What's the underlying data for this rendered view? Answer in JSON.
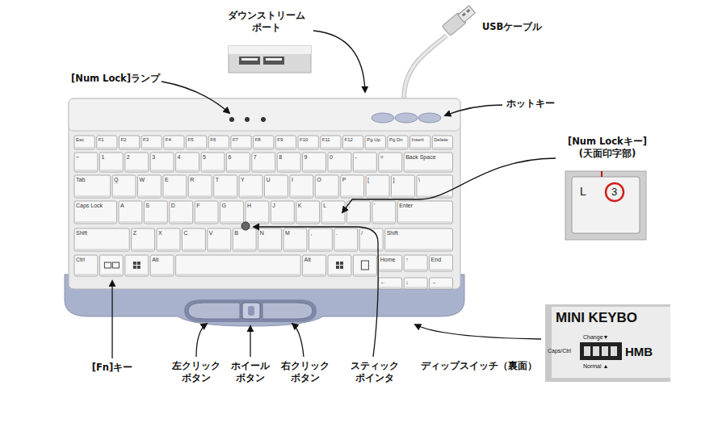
{
  "diagram": {
    "labels": [
      "ダウンストリーム ポート",
      "USBケーブル",
      "[Num Lock]ランプ",
      "ホットキー",
      "[Num Lockキー] (天面印字部)",
      "[Fn]キー",
      "左クリック ボタン",
      "ホイール ボタン",
      "右クリック ボタン",
      "スティック ポインタ",
      "ディップスイッチ（裏面）",
      "L",
      "3",
      "MINI KEYBO",
      "Change▼",
      "Caps/Ctrl",
      "HMB",
      "Normal ▲",
      "Esc",
      "F1",
      "F2",
      "F3",
      "F4",
      "F5",
      "F6",
      "F7",
      "F8",
      "F9",
      "F10",
      "F11",
      "F12",
      "Pg Up",
      "Pg Dn",
      "Insert",
      "Delete",
      "~",
      "1",
      "2",
      "3",
      "4",
      "5",
      "6",
      "7",
      "8",
      "9",
      "0",
      "-",
      "=",
      "Back Space",
      "Tab",
      "Q",
      "W",
      "E",
      "R",
      "T",
      "Y",
      "U",
      "I",
      "O",
      "P",
      "[",
      "]",
      "\\",
      "Caps Lock",
      "A",
      "S",
      "D",
      "F",
      "G",
      "H",
      "J",
      "K",
      "L",
      ";",
      "'",
      "Enter",
      "Shift",
      "Z",
      "X",
      "C",
      "V",
      "B",
      "N",
      "M",
      ",",
      ".",
      "/",
      "Shift",
      "Ctrl",
      "Alt",
      "Alt",
      "Home",
      "↑",
      "End",
      "←",
      "↓",
      "→"
    ]
  }
}
